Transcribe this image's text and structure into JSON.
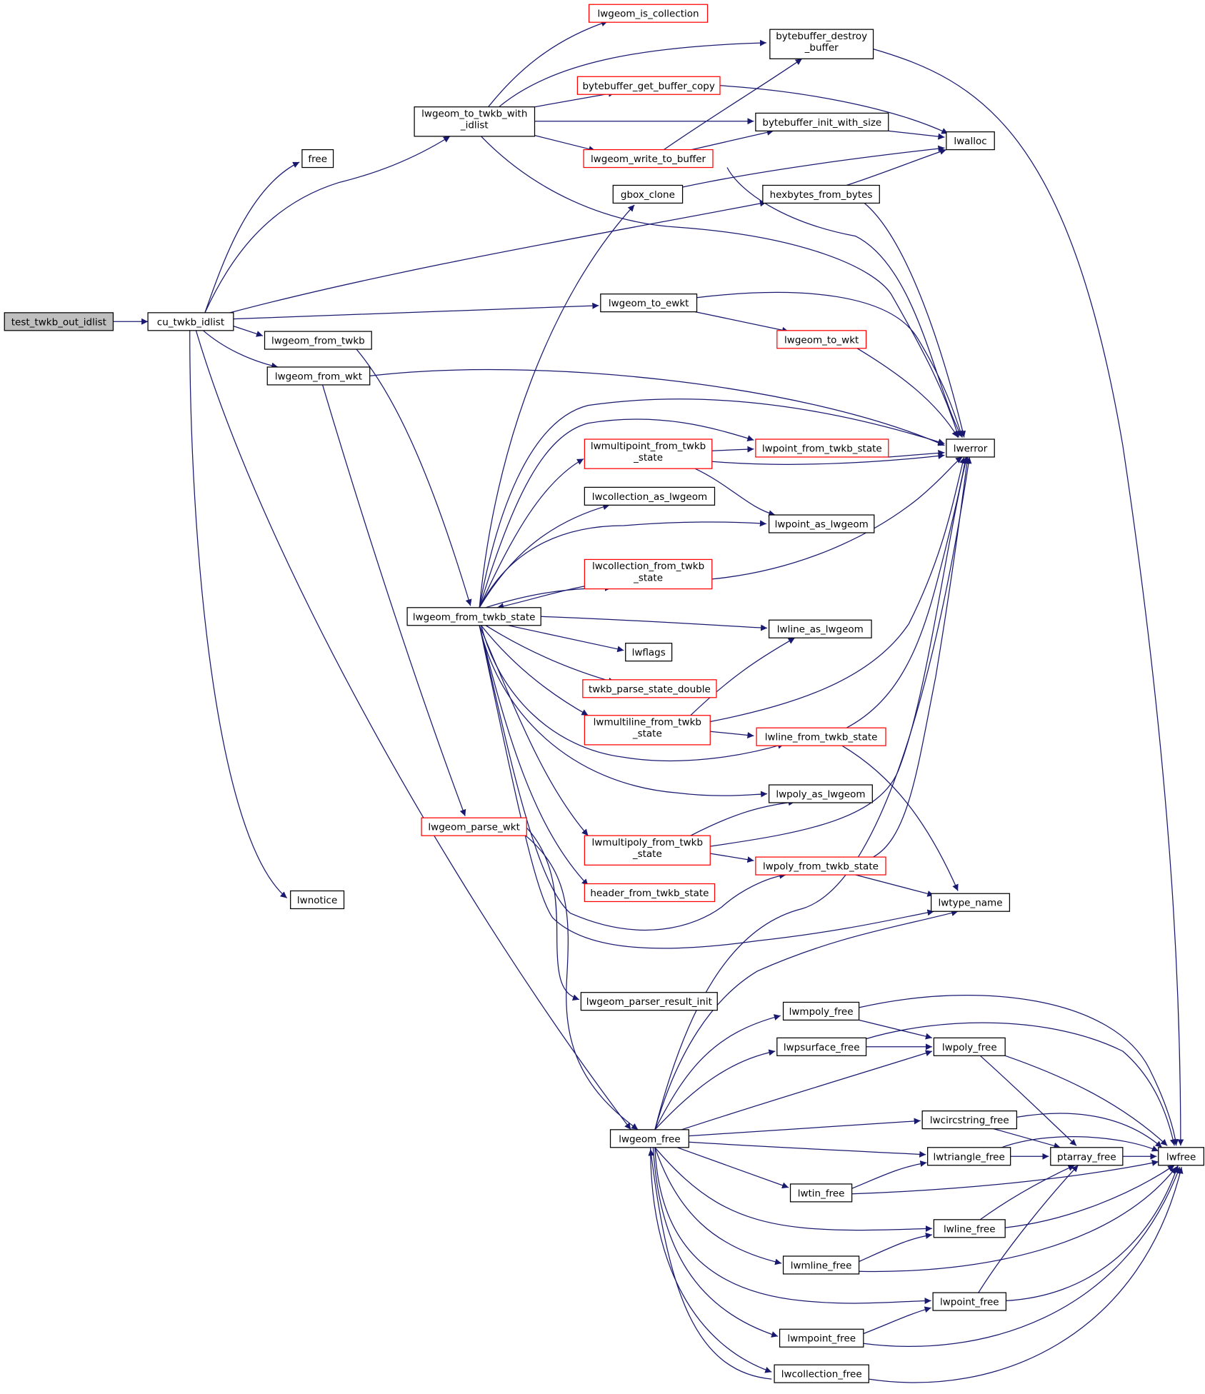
{
  "colors": {
    "edge": "#191970",
    "border_black": "#000000",
    "border_red": "#ff0000",
    "root_fill": "#bfbfbf"
  },
  "nodes": {
    "test_twkb_out_idlist": [
      "test_twkb_out_idlist"
    ],
    "cu_twkb_idlist": [
      "cu_twkb_idlist"
    ],
    "free": [
      "free"
    ],
    "lwgeom_to_twkb_with_idlist": [
      "lwgeom_to_twkb_with",
      "_idlist"
    ],
    "lwgeom_from_twkb": [
      "lwgeom_from_twkb"
    ],
    "lwgeom_from_wkt": [
      "lwgeom_from_wkt"
    ],
    "lwgeom_from_twkb_state": [
      "lwgeom_from_twkb_state"
    ],
    "lwgeom_parse_wkt": [
      "lwgeom_parse_wkt"
    ],
    "lwnotice": [
      "lwnotice"
    ],
    "lwgeom_is_collection": [
      "lwgeom_is_collection"
    ],
    "bytebuffer_get_buffer_copy": [
      "bytebuffer_get_buffer_copy"
    ],
    "lwgeom_write_to_buffer": [
      "lwgeom_write_to_buffer"
    ],
    "gbox_clone": [
      "gbox_clone"
    ],
    "lwgeom_to_ewkt": [
      "lwgeom_to_ewkt"
    ],
    "lwmultipoint_from_twkb_state": [
      "lwmultipoint_from_twkb",
      "_state"
    ],
    "lwcollection_as_lwgeom": [
      "lwcollection_as_lwgeom"
    ],
    "lwcollection_from_twkb_state": [
      "lwcollection_from_twkb",
      "_state"
    ],
    "lwflags": [
      "lwflags"
    ],
    "twkb_parse_state_double": [
      "twkb_parse_state_double"
    ],
    "lwmultiline_from_twkb_state": [
      "lwmultiline_from_twkb",
      "_state"
    ],
    "lwmultipoly_from_twkb_state": [
      "lwmultipoly_from_twkb",
      "_state"
    ],
    "header_from_twkb_state": [
      "header_from_twkb_state"
    ],
    "lwgeom_parser_result_init": [
      "lwgeom_parser_result_init"
    ],
    "lwgeom_free": [
      "lwgeom_free"
    ],
    "bytebuffer_destroy_buffer": [
      "bytebuffer_destroy",
      "_buffer"
    ],
    "bytebuffer_init_with_size": [
      "bytebuffer_init_with_size"
    ],
    "hexbytes_from_bytes": [
      "hexbytes_from_bytes"
    ],
    "lwgeom_to_wkt": [
      "lwgeom_to_wkt"
    ],
    "lwpoint_from_twkb_state": [
      "lwpoint_from_twkb_state"
    ],
    "lwpoint_as_lwgeom": [
      "lwpoint_as_lwgeom"
    ],
    "lwline_as_lwgeom": [
      "lwline_as_lwgeom"
    ],
    "lwline_from_twkb_state": [
      "lwline_from_twkb_state"
    ],
    "lwpoly_as_lwgeom": [
      "lwpoly_as_lwgeom"
    ],
    "lwpoly_from_twkb_state": [
      "lwpoly_from_twkb_state"
    ],
    "lwmpoly_free": [
      "lwmpoly_free"
    ],
    "lwpsurface_free": [
      "lwpsurface_free"
    ],
    "lwtin_free": [
      "lwtin_free"
    ],
    "lwmline_free": [
      "lwmline_free"
    ],
    "lwmpoint_free": [
      "lwmpoint_free"
    ],
    "lwcollection_free": [
      "lwcollection_free"
    ],
    "lwalloc": [
      "lwalloc"
    ],
    "lwerror": [
      "lwerror"
    ],
    "lwtype_name": [
      "lwtype_name"
    ],
    "lwpoly_free": [
      "lwpoly_free"
    ],
    "lwcircstring_free": [
      "lwcircstring_free"
    ],
    "lwtriangle_free": [
      "lwtriangle_free"
    ],
    "lwline_free": [
      "lwline_free"
    ],
    "lwpoint_free": [
      "lwpoint_free"
    ],
    "ptarray_free": [
      "ptarray_free"
    ],
    "lwfree": [
      "lwfree"
    ]
  },
  "edges": [
    [
      "test_twkb_out_idlist",
      "cu_twkb_idlist"
    ],
    [
      "cu_twkb_idlist",
      "free"
    ],
    [
      "cu_twkb_idlist",
      "lwgeom_to_twkb_with_idlist"
    ],
    [
      "cu_twkb_idlist",
      "hexbytes_from_bytes"
    ],
    [
      "cu_twkb_idlist",
      "lwgeom_to_ewkt"
    ],
    [
      "cu_twkb_idlist",
      "lwgeom_from_twkb"
    ],
    [
      "cu_twkb_idlist",
      "lwgeom_from_wkt"
    ],
    [
      "cu_twkb_idlist",
      "lwgeom_free"
    ],
    [
      "cu_twkb_idlist",
      "lwnotice"
    ],
    [
      "lwgeom_to_twkb_with_idlist",
      "lwgeom_is_collection"
    ],
    [
      "lwgeom_to_twkb_with_idlist",
      "bytebuffer_destroy_buffer"
    ],
    [
      "lwgeom_to_twkb_with_idlist",
      "bytebuffer_get_buffer_copy"
    ],
    [
      "lwgeom_to_twkb_with_idlist",
      "bytebuffer_init_with_size"
    ],
    [
      "lwgeom_to_twkb_with_idlist",
      "lwgeom_write_to_buffer"
    ],
    [
      "lwgeom_to_twkb_with_idlist",
      "lwerror"
    ],
    [
      "bytebuffer_get_buffer_copy",
      "lwalloc"
    ],
    [
      "bytebuffer_init_with_size",
      "lwalloc"
    ],
    [
      "lwgeom_write_to_buffer",
      "bytebuffer_destroy_buffer"
    ],
    [
      "lwgeom_write_to_buffer",
      "bytebuffer_init_with_size"
    ],
    [
      "lwgeom_write_to_buffer",
      "lwerror"
    ],
    [
      "gbox_clone",
      "lwalloc"
    ],
    [
      "hexbytes_from_bytes",
      "lwalloc"
    ],
    [
      "hexbytes_from_bytes",
      "lwerror"
    ],
    [
      "bytebuffer_destroy_buffer",
      "lwfree"
    ],
    [
      "lwgeom_to_ewkt",
      "lwgeom_to_wkt"
    ],
    [
      "lwgeom_to_ewkt",
      "lwerror"
    ],
    [
      "lwgeom_to_wkt",
      "lwerror"
    ],
    [
      "lwgeom_from_twkb",
      "lwgeom_from_twkb_state"
    ],
    [
      "lwgeom_from_wkt",
      "lwerror"
    ],
    [
      "lwgeom_from_wkt",
      "lwgeom_parse_wkt"
    ],
    [
      "lwgeom_from_twkb_state",
      "gbox_clone"
    ],
    [
      "lwgeom_from_twkb_state",
      "lwerror"
    ],
    [
      "lwgeom_from_twkb_state",
      "lwpoint_from_twkb_state"
    ],
    [
      "lwgeom_from_twkb_state",
      "lwmultipoint_from_twkb_state"
    ],
    [
      "lwgeom_from_twkb_state",
      "lwcollection_as_lwgeom"
    ],
    [
      "lwgeom_from_twkb_state",
      "lwpoint_as_lwgeom"
    ],
    [
      "lwgeom_from_twkb_state",
      "lwcollection_from_twkb_state"
    ],
    [
      "lwgeom_from_twkb_state",
      "lwline_as_lwgeom"
    ],
    [
      "lwgeom_from_twkb_state",
      "lwflags"
    ],
    [
      "lwgeom_from_twkb_state",
      "twkb_parse_state_double"
    ],
    [
      "lwgeom_from_twkb_state",
      "lwmultiline_from_twkb_state"
    ],
    [
      "lwgeom_from_twkb_state",
      "lwline_from_twkb_state"
    ],
    [
      "lwgeom_from_twkb_state",
      "lwpoly_as_lwgeom"
    ],
    [
      "lwgeom_from_twkb_state",
      "lwmultipoly_from_twkb_state"
    ],
    [
      "lwgeom_from_twkb_state",
      "lwpoly_from_twkb_state"
    ],
    [
      "lwgeom_from_twkb_state",
      "header_from_twkb_state"
    ],
    [
      "lwgeom_from_twkb_state",
      "lwtype_name"
    ],
    [
      "lwmultipoint_from_twkb_state",
      "lwpoint_from_twkb_state"
    ],
    [
      "lwmultipoint_from_twkb_state",
      "lwerror"
    ],
    [
      "lwmultipoint_from_twkb_state",
      "lwpoint_as_lwgeom"
    ],
    [
      "lwpoint_from_twkb_state",
      "lwerror"
    ],
    [
      "lwcollection_from_twkb_state",
      "lwgeom_from_twkb_state"
    ],
    [
      "lwcollection_from_twkb_state",
      "lwerror"
    ],
    [
      "lwmultiline_from_twkb_state",
      "lwline_as_lwgeom"
    ],
    [
      "lwmultiline_from_twkb_state",
      "lwerror"
    ],
    [
      "lwmultiline_from_twkb_state",
      "lwline_from_twkb_state"
    ],
    [
      "lwline_from_twkb_state",
      "lwerror"
    ],
    [
      "lwline_from_twkb_state",
      "lwtype_name"
    ],
    [
      "lwmultipoly_from_twkb_state",
      "lwpoly_as_lwgeom"
    ],
    [
      "lwmultipoly_from_twkb_state",
      "lwerror"
    ],
    [
      "lwmultipoly_from_twkb_state",
      "lwpoly_from_twkb_state"
    ],
    [
      "lwpoly_from_twkb_state",
      "lwerror"
    ],
    [
      "lwpoly_from_twkb_state",
      "lwtype_name"
    ],
    [
      "lwgeom_parse_wkt",
      "lwgeom_parser_result_init"
    ],
    [
      "lwgeom_parse_wkt",
      "lwgeom_free"
    ],
    [
      "lwgeom_free",
      "lwerror"
    ],
    [
      "lwgeom_free",
      "lwtype_name"
    ],
    [
      "lwgeom_free",
      "lwmpoly_free"
    ],
    [
      "lwgeom_free",
      "lwpsurface_free"
    ],
    [
      "lwgeom_free",
      "lwpoly_free"
    ],
    [
      "lwgeom_free",
      "lwcircstring_free"
    ],
    [
      "lwgeom_free",
      "lwtriangle_free"
    ],
    [
      "lwgeom_free",
      "lwtin_free"
    ],
    [
      "lwgeom_free",
      "lwline_free"
    ],
    [
      "lwgeom_free",
      "lwmline_free"
    ],
    [
      "lwgeom_free",
      "lwpoint_free"
    ],
    [
      "lwgeom_free",
      "lwmpoint_free"
    ],
    [
      "lwgeom_free",
      "lwcollection_free"
    ],
    [
      "lwmpoly_free",
      "lwpoly_free"
    ],
    [
      "lwmpoly_free",
      "lwfree"
    ],
    [
      "lwpsurface_free",
      "lwpoly_free"
    ],
    [
      "lwpsurface_free",
      "lwfree"
    ],
    [
      "lwpoly_free",
      "ptarray_free"
    ],
    [
      "lwpoly_free",
      "lwfree"
    ],
    [
      "lwcircstring_free",
      "ptarray_free"
    ],
    [
      "lwcircstring_free",
      "lwfree"
    ],
    [
      "lwtriangle_free",
      "ptarray_free"
    ],
    [
      "lwtriangle_free",
      "lwfree"
    ],
    [
      "lwtin_free",
      "lwtriangle_free"
    ],
    [
      "lwtin_free",
      "lwfree"
    ],
    [
      "lwline_free",
      "ptarray_free"
    ],
    [
      "lwline_free",
      "lwfree"
    ],
    [
      "lwmline_free",
      "lwline_free"
    ],
    [
      "lwmline_free",
      "lwfree"
    ],
    [
      "lwpoint_free",
      "ptarray_free"
    ],
    [
      "lwpoint_free",
      "lwfree"
    ],
    [
      "lwmpoint_free",
      "lwpoint_free"
    ],
    [
      "lwmpoint_free",
      "lwfree"
    ],
    [
      "lwcollection_free",
      "lwgeom_free"
    ],
    [
      "lwcollection_free",
      "lwfree"
    ],
    [
      "ptarray_free",
      "lwfree"
    ]
  ]
}
